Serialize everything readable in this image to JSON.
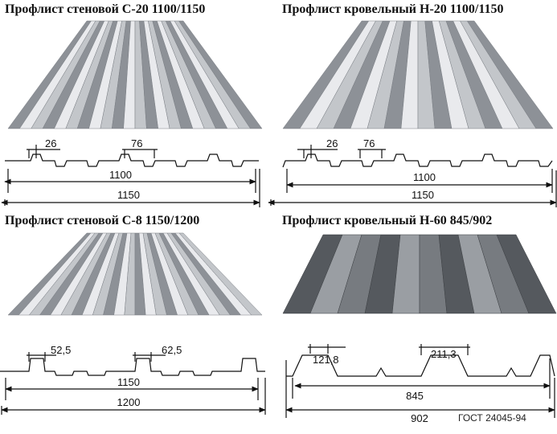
{
  "panels": [
    {
      "title": "Профлист стеновой С-20 1100/1150",
      "rib_dim": "26",
      "pitch_dim": "76",
      "inner_width": "1100",
      "outer_width": "1150"
    },
    {
      "title": "Профлист кровельный Н-20 1100/1150",
      "rib_dim": "26",
      "pitch_dim": "76",
      "inner_width": "1100",
      "outer_width": "1150"
    },
    {
      "title": "Профлист стеновой С-8 1150/1200",
      "rib_dim": "52,5",
      "pitch_dim": "62,5",
      "inner_width": "1150",
      "outer_width": "1200"
    },
    {
      "title": "Профлист кровельный Н-60 845/902",
      "rib_dim": "121,8",
      "pitch_dim": "211,3",
      "inner_width": "845",
      "outer_width": "902"
    }
  ],
  "standard": "ГОСТ 24045-94",
  "colors": {
    "sheet_light": "#e4e6ea",
    "sheet_dark": "#6f7378",
    "line": "#111111"
  }
}
